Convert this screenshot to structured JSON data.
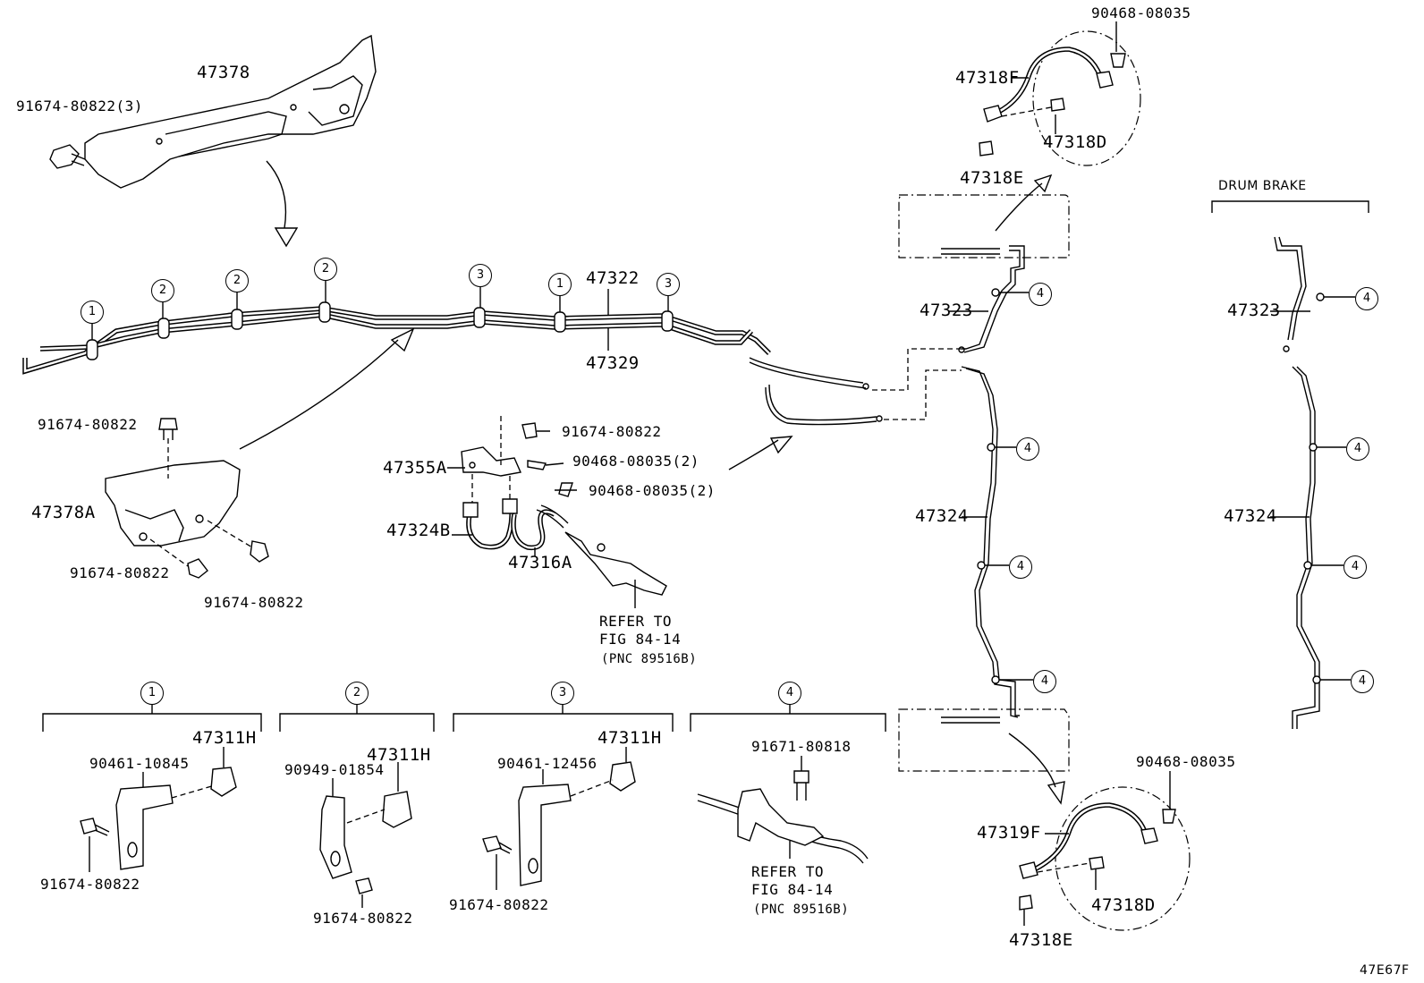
{
  "diagram": {
    "code": "47E67F",
    "drum_brake_label": "DRUM BRAKE",
    "labels": {
      "p47378": "47378",
      "p91674_3": "91674-80822(3)",
      "p91674_a": "91674-80822",
      "p47378A": "47378A",
      "p91674_b": "91674-80822",
      "p91674_c": "91674-80822",
      "p47322": "47322",
      "p47329": "47329",
      "p91674_d": "91674-80822",
      "p47355A": "47355A",
      "p90468_2a": "90468-08035(2)",
      "p90468_2b": "90468-08035(2)",
      "p47324B": "47324B",
      "p47316A": "47316A",
      "refer1_a": "REFER TO",
      "refer1_b": "FIG 84-14",
      "refer1_c": "(PNC 89516B)",
      "p90468_top": "90468-08035",
      "p47318F": "47318F",
      "p47318D_top": "47318D",
      "p47318E_top": "47318E",
      "p47323": "47323",
      "p47324": "47324",
      "p47323_drum": "47323",
      "p47324_drum": "47324",
      "p90468_bot": "90468-08035",
      "p47319F": "47319F",
      "p47318D_bot": "47318D",
      "p47318E_bot": "47318E"
    },
    "details": {
      "d1": {
        "num": "1",
        "clamp": "47311H",
        "bracket": "90461-10845",
        "bolt": "91674-80822"
      },
      "d2": {
        "num": "2",
        "clamp": "47311H",
        "bracket": "90949-01854",
        "bolt": "91674-80822"
      },
      "d3": {
        "num": "3",
        "clamp": "47311H",
        "bracket": "90461-12456",
        "bolt": "91674-80822"
      },
      "d4": {
        "num": "4",
        "bolt": "91671-80818",
        "refer_a": "REFER TO",
        "refer_b": "FIG 84-14",
        "refer_c": "(PNC 89516B)"
      }
    },
    "markers": {
      "m1": "1",
      "m2": "2",
      "m3": "3",
      "m4": "4"
    }
  }
}
